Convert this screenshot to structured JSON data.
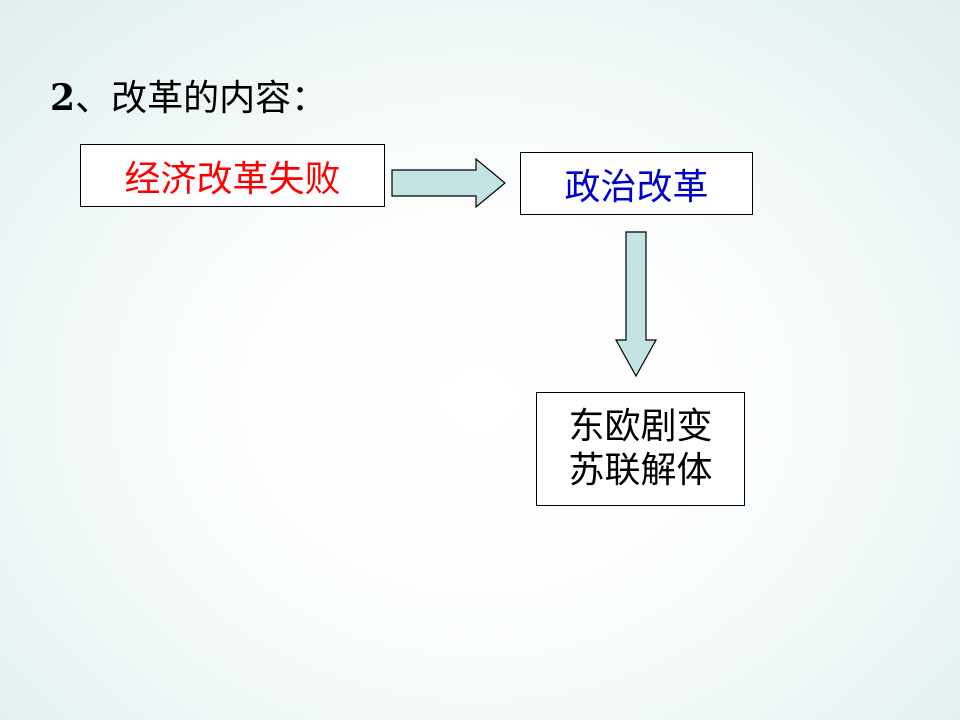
{
  "heading": {
    "number": "2",
    "text": "、改革的内容："
  },
  "boxes": {
    "economic": "经济改革失败",
    "political": "政治改革",
    "result_line1": "东欧剧变",
    "result_line2": "苏联解体"
  },
  "colors": {
    "economic_text": "#ff0000",
    "political_text": "#0000cc",
    "arrow_fill": "#c4e3e3",
    "arrow_stroke": "#000000"
  }
}
